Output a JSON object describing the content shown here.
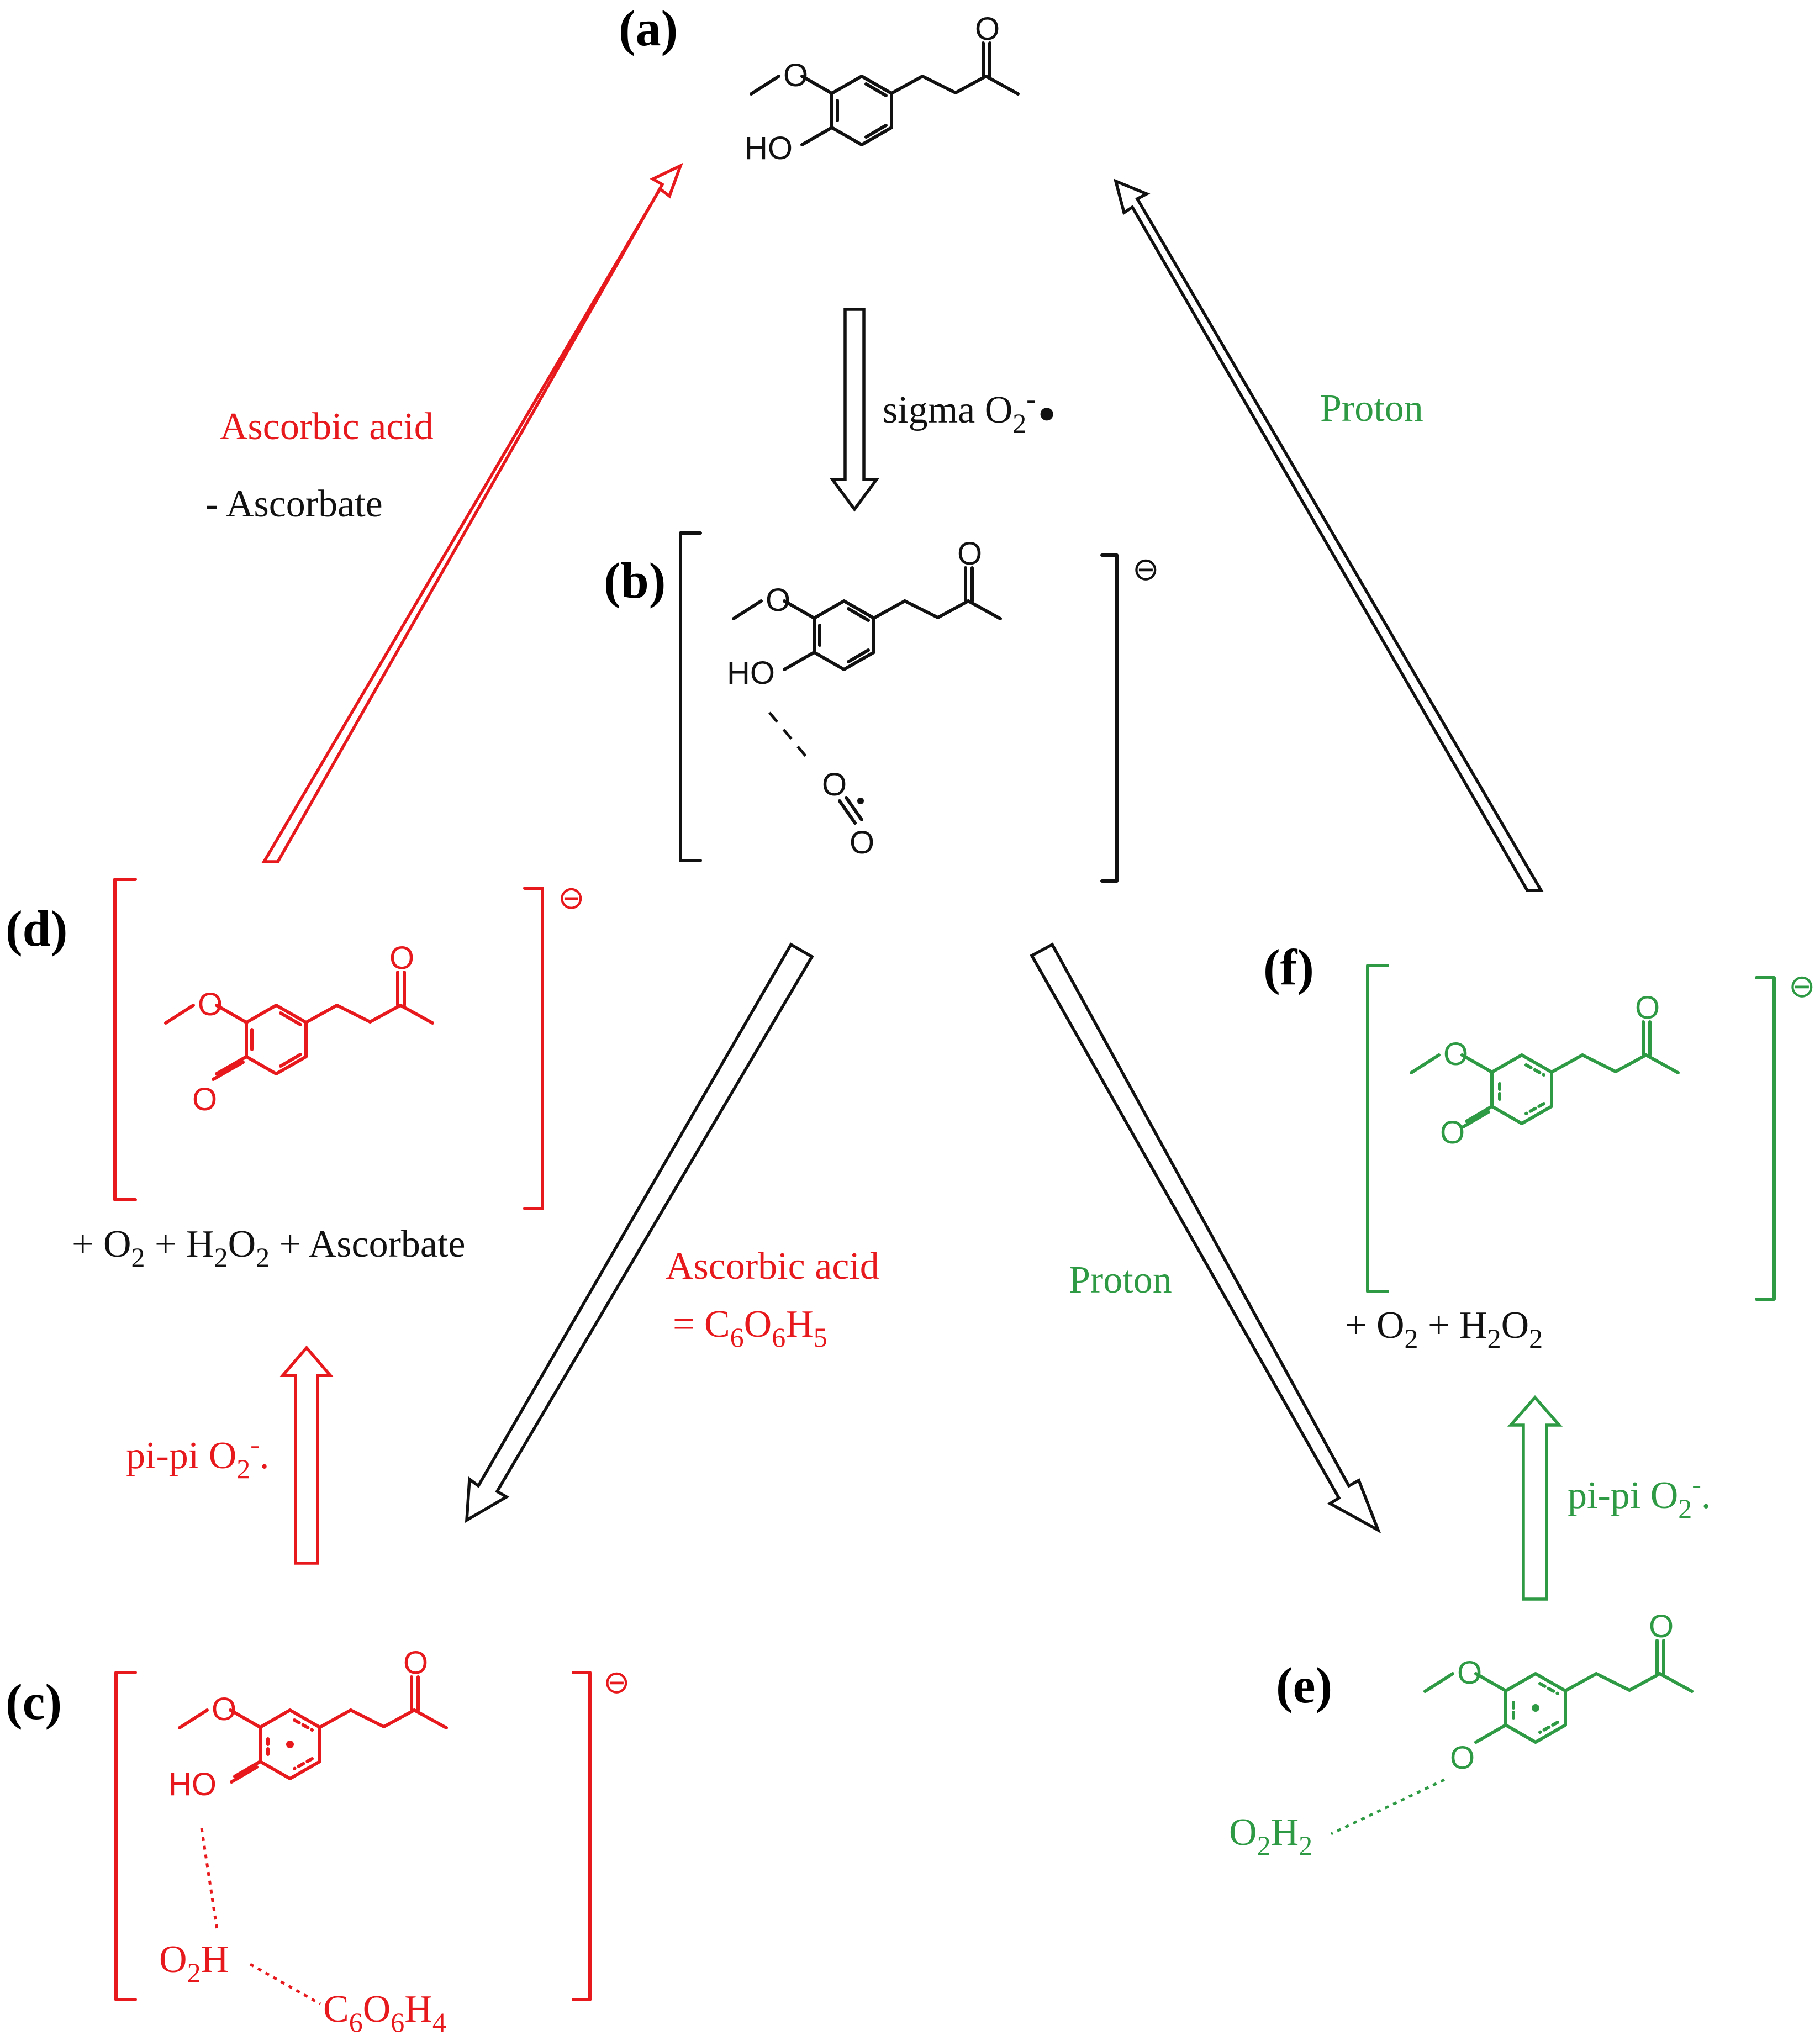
{
  "panels": {
    "a": "(a)",
    "b": "(b)",
    "c": "(c)",
    "d": "(d)",
    "e": "(e)",
    "f": "(f)"
  },
  "atoms": {
    "oxygen": "O",
    "hydroxyl": "HO",
    "charge": "⊖"
  },
  "labels": {
    "sigma_prefix": "sigma O",
    "sigma_sub": "2",
    "sigma_sup": "-",
    "sigma_dot": "●",
    "ascorbic_acid_left": "Ascorbic acid",
    "minus_ascorbate": "- Ascorbate",
    "proton_top_right": "Proton",
    "ascorbic_acid_center": "Ascorbic acid",
    "ascorbic_formula_eq": "= C",
    "ascorbic_formula_sub1": "6",
    "ascorbic_formula_o": "O",
    "ascorbic_formula_sub2": "6",
    "ascorbic_formula_h": "H",
    "ascorbic_formula_sub3": "5",
    "proton_center": "Proton",
    "pipi_left_prefix": "pi-pi O",
    "pipi_left_sub": "2",
    "pipi_left_sup": "-",
    "pipi_left_dot": ".",
    "pipi_right_prefix": "pi-pi O",
    "pipi_right_sub": "2",
    "pipi_right_sup": "-",
    "pipi_right_dot": ".",
    "d_products": [
      "+ O",
      "2",
      " + H",
      "2",
      "O",
      "2",
      " + Ascorbate"
    ],
    "f_products": [
      "+ O",
      "2",
      " + H",
      "2",
      "O",
      "2"
    ],
    "c_o2h": [
      "O",
      "2",
      "H"
    ],
    "c_c6o6h4": [
      "C",
      "6",
      "O",
      "6",
      "H",
      "4"
    ],
    "e_o2h2": [
      "O",
      "2",
      "H",
      "2"
    ]
  },
  "colors": {
    "black": "#111111",
    "red": "#e8191c",
    "green": "#2e9a44"
  }
}
